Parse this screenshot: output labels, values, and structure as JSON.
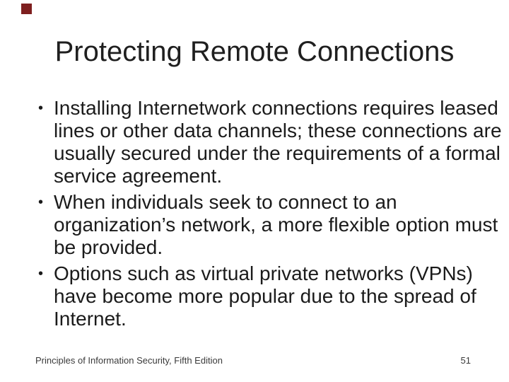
{
  "slide": {
    "title": "Protecting Remote Connections",
    "accent_color": "#7e1f1f",
    "bullet_marker": "•",
    "bullets": [
      {
        "lines": [
          "Installing Internetwork connections requires leased",
          "lines or other data channels; these connections are",
          "usually secured under the requirements of a formal",
          "service agreement."
        ]
      },
      {
        "lines": [
          "When individuals seek to connect to an",
          "organization’s network, a more flexible option must",
          "be provided."
        ]
      },
      {
        "lines": [
          "Options such as virtual private networks (VPNs)",
          "have become more popular due to the spread of",
          "Internet."
        ]
      }
    ],
    "footer": {
      "left": "Principles of Information Security, Fifth Edition",
      "page_number": "51"
    }
  }
}
